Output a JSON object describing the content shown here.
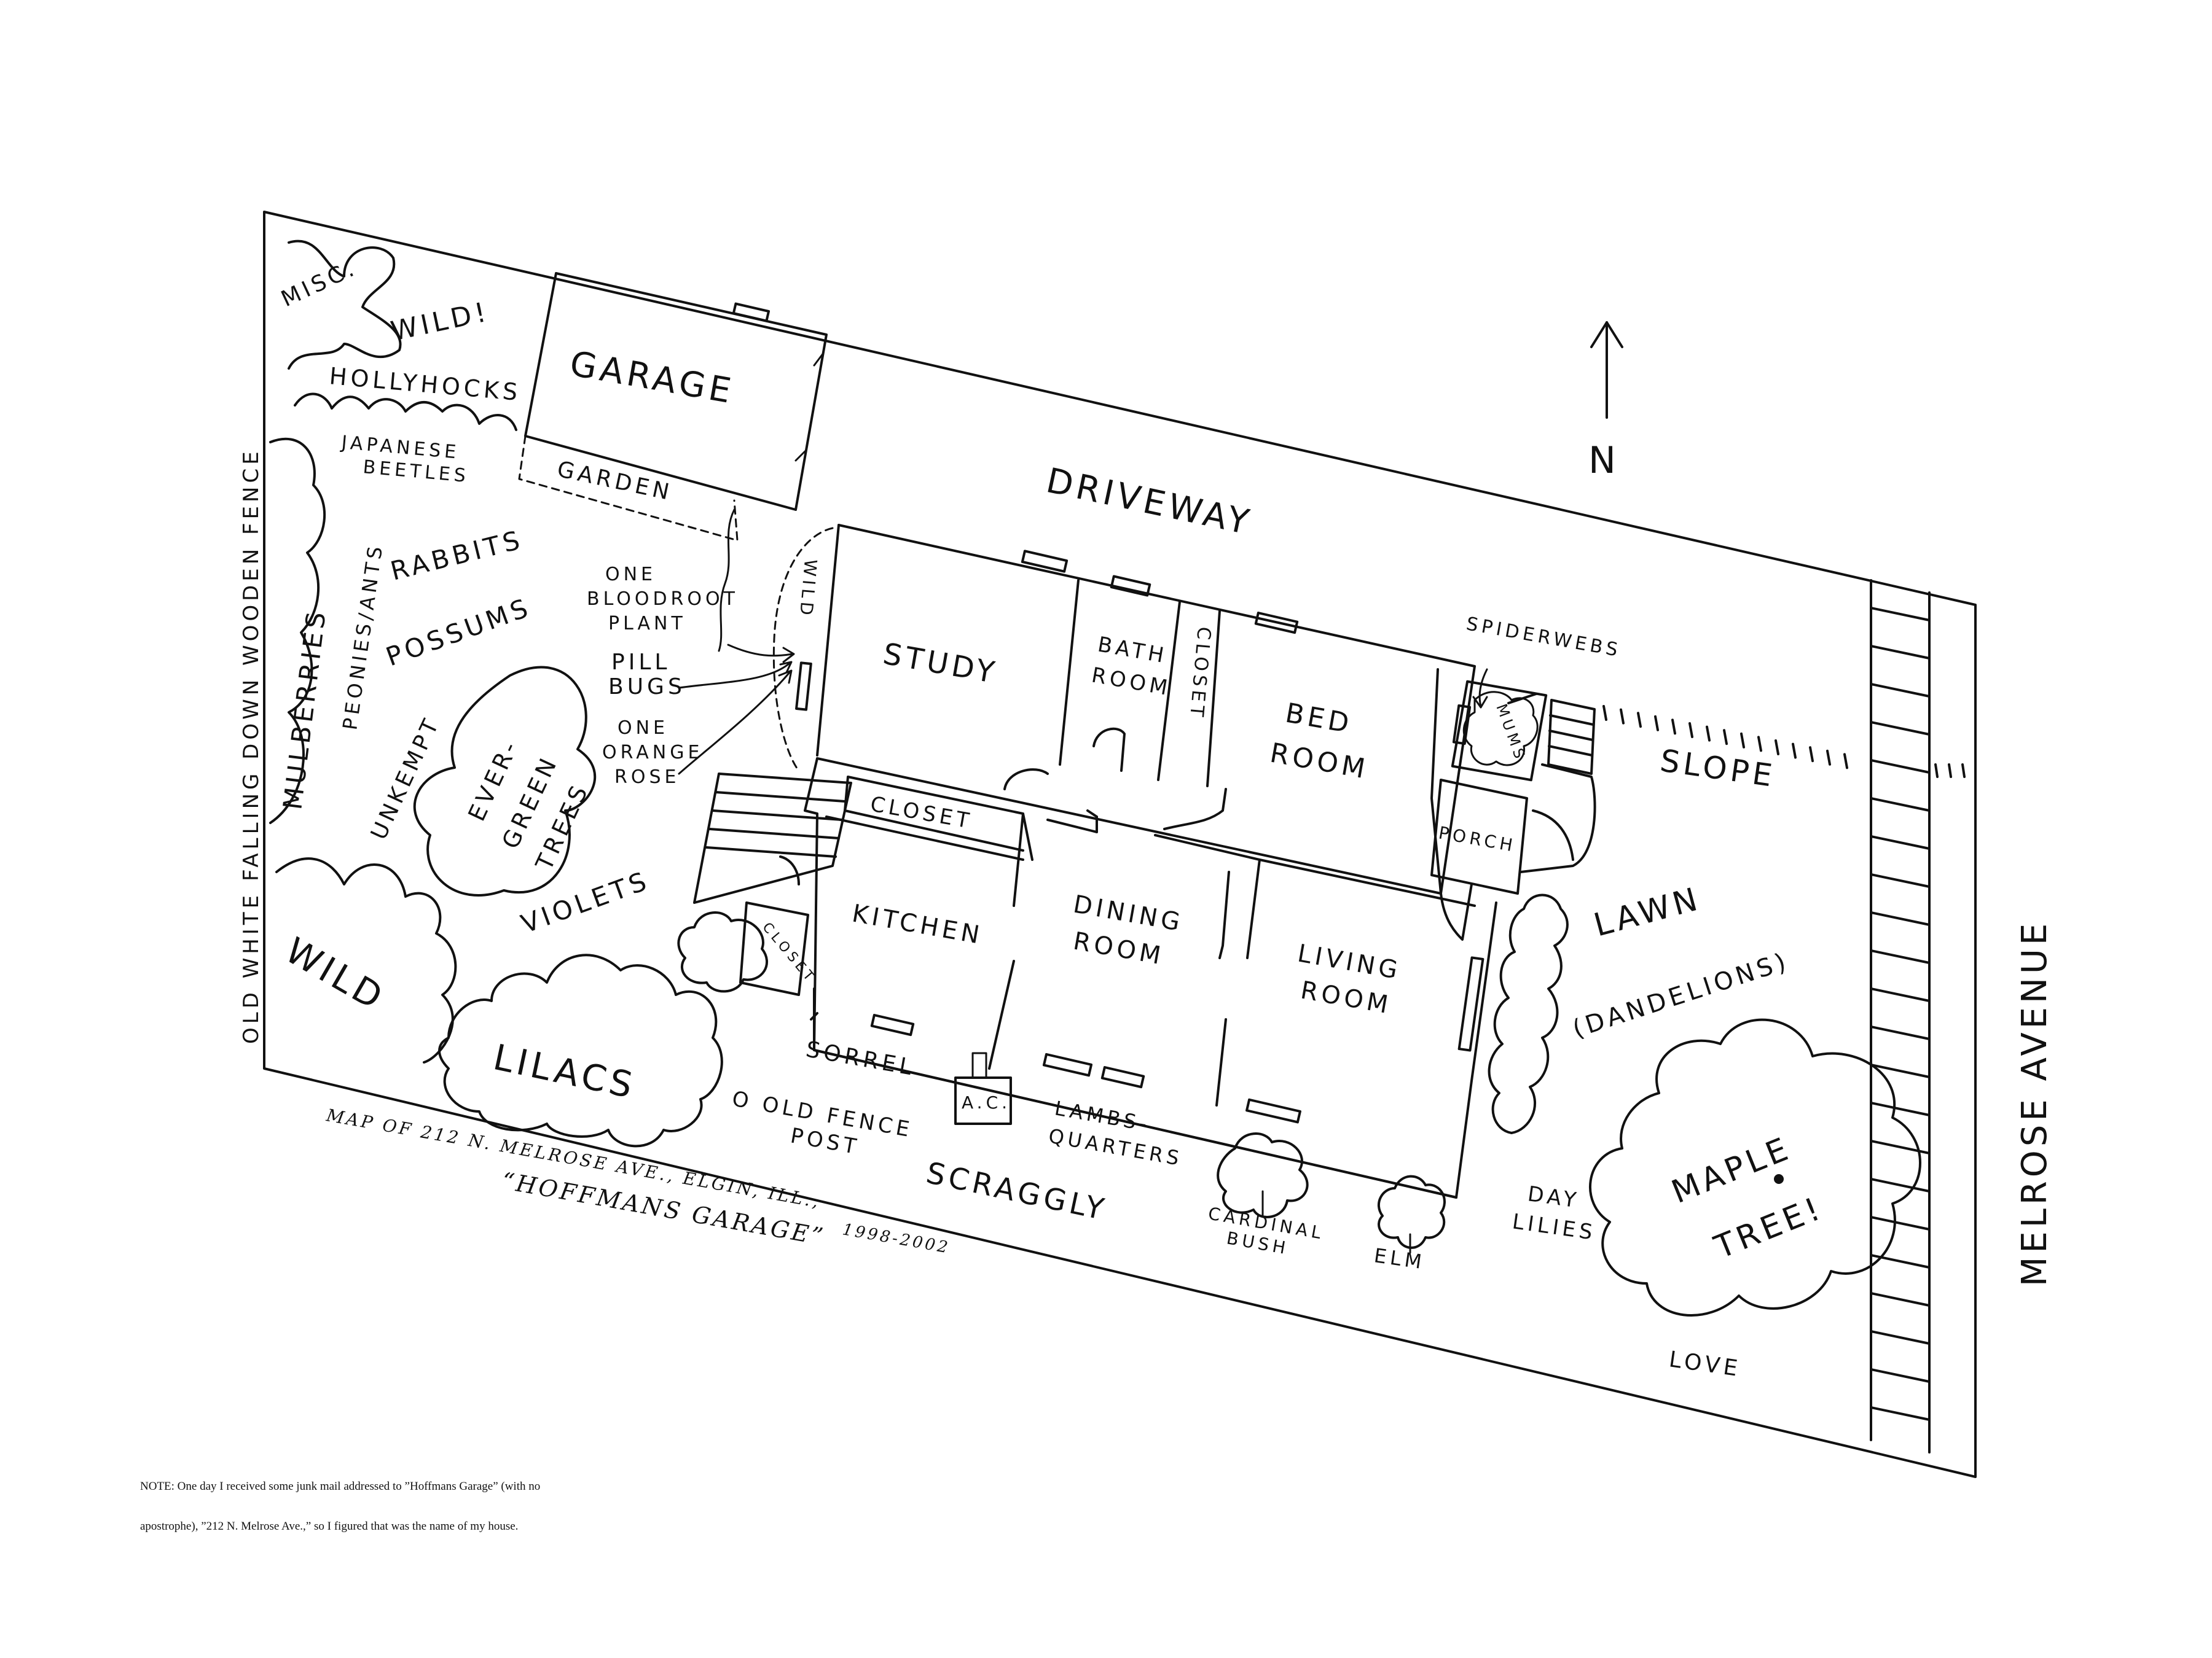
{
  "map": {
    "labels": {
      "misc": "MISC.",
      "wild_top": "WILD!",
      "hollyhocks": "HOLLYHOCKS",
      "japanese_beetles_1": "JAPANESE",
      "japanese_beetles_2": "BEETLES",
      "garage": "GARAGE",
      "garden": "GARDEN",
      "driveway": "DRIVEWAY",
      "north": "N",
      "fence": "OLD WHITE FALLING DOWN WOODEN FENCE",
      "mulberries": "MULBERRIES",
      "peonies": "PEONIES/ANTS",
      "rabbits": "RABBITS",
      "possums": "POSSUMS",
      "unkempt": "UNKEMPT",
      "evergreen_1": "EVER-",
      "evergreen_2": "GREEN",
      "evergreen_3": "TREES",
      "violets": "VIOLETS",
      "wild_left": "WILD",
      "lilacs": "LILACS",
      "bloodroot_1": "ONE",
      "bloodroot_2": "BLOODROOT",
      "bloodroot_3": "PLANT",
      "pillbugs_1": "PILL",
      "pillbugs_2": "BUGS",
      "orange_rose_1": "ONE",
      "orange_rose_2": "ORANGE",
      "orange_rose_3": "ROSE",
      "wild_strip": "WILD",
      "study": "STUDY",
      "bathroom_1": "BATH",
      "bathroom_2": "ROOM",
      "closet_vertical": "CLOSET",
      "bedroom_1": "BED",
      "bedroom_2": "ROOM",
      "spiderwebs": "SPIDERWEBS",
      "mums": "MUMS",
      "closet_kitchen": "CLOSET",
      "kitchen": "KITCHEN",
      "closet_small": "CLOSET",
      "dining_1": "DINING",
      "dining_2": "ROOM",
      "living_1": "LIVING",
      "living_2": "ROOM",
      "porch": "PORCH",
      "slope": "SLOPE",
      "lawn": "LAWN",
      "dandelions": "(DANDELIONS)",
      "sorrel": "SORREL",
      "ac": "A.C.",
      "lambs_1": "LAMBS-",
      "lambs_2": "QUARTERS",
      "fence_post_1": "O OLD FENCE",
      "fence_post_2": "POST",
      "scraggly": "SCRAGGLY",
      "cardinal_1": "CARDINAL",
      "cardinal_2": "BUSH",
      "elm": "ELM",
      "day_lilies_1": "DAY",
      "day_lilies_2": "LILIES",
      "maple_1": "MAPLE",
      "maple_2": "TREE!",
      "love": "LOVE",
      "melrose": "MELROSE AVENUE"
    },
    "caption": {
      "line1": "MAP OF 212 N. MELROSE AVE., ELGIN, ILL.,",
      "line2": "“HOFFMANS GARAGE”",
      "years": "1998-2002"
    }
  },
  "note": {
    "line1": "NOTE: One day I received some junk mail addressed to ”Hoffmans Garage” (with no",
    "line2": "apostrophe), ”212 N. Melrose Ave.,” so I figured that was the name of my house."
  }
}
